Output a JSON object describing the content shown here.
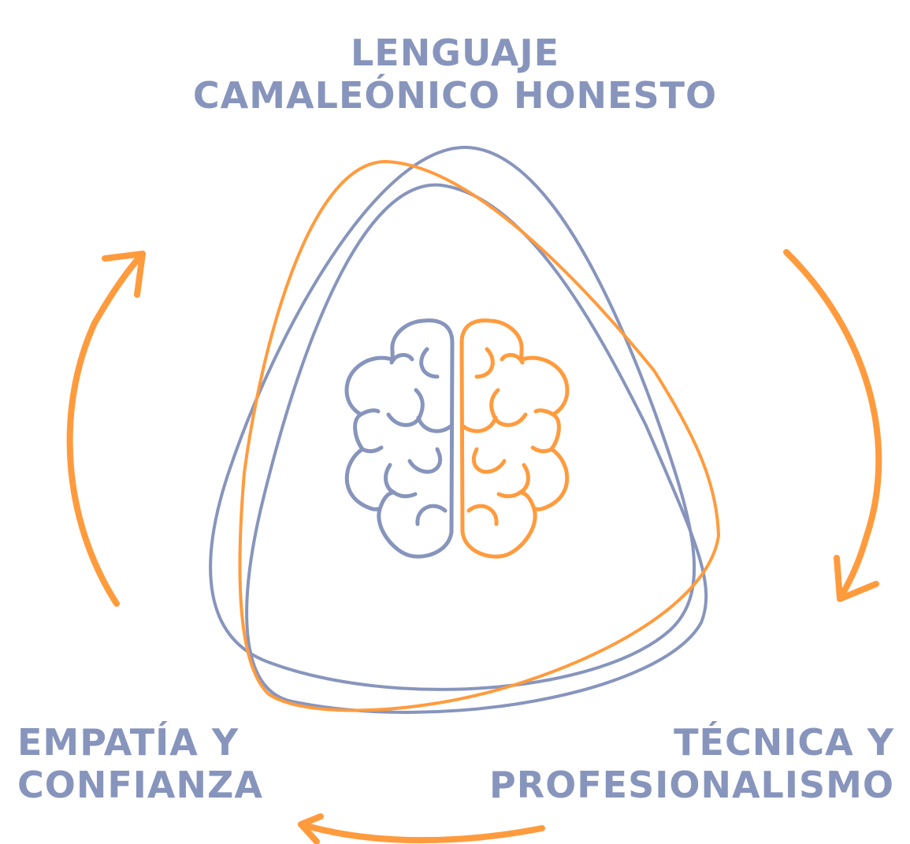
{
  "labels": {
    "top": {
      "line1": "LENGUAJE",
      "line2": "CAMALEÓNICO HONESTO"
    },
    "left": {
      "line1": "EMPATÍA Y",
      "line2": "CONFIANZA"
    },
    "right": {
      "line1": "TÉCNICA Y",
      "line2": "PROFESIONALISMO"
    }
  },
  "colors": {
    "blue": "#8795bd",
    "orange": "#ff9b3d",
    "background": "#ffffff"
  },
  "icons": {
    "center": "brain-icon",
    "arrows": [
      "arrow-right-down-icon",
      "arrow-bottom-left-icon",
      "arrow-left-up-icon"
    ]
  }
}
